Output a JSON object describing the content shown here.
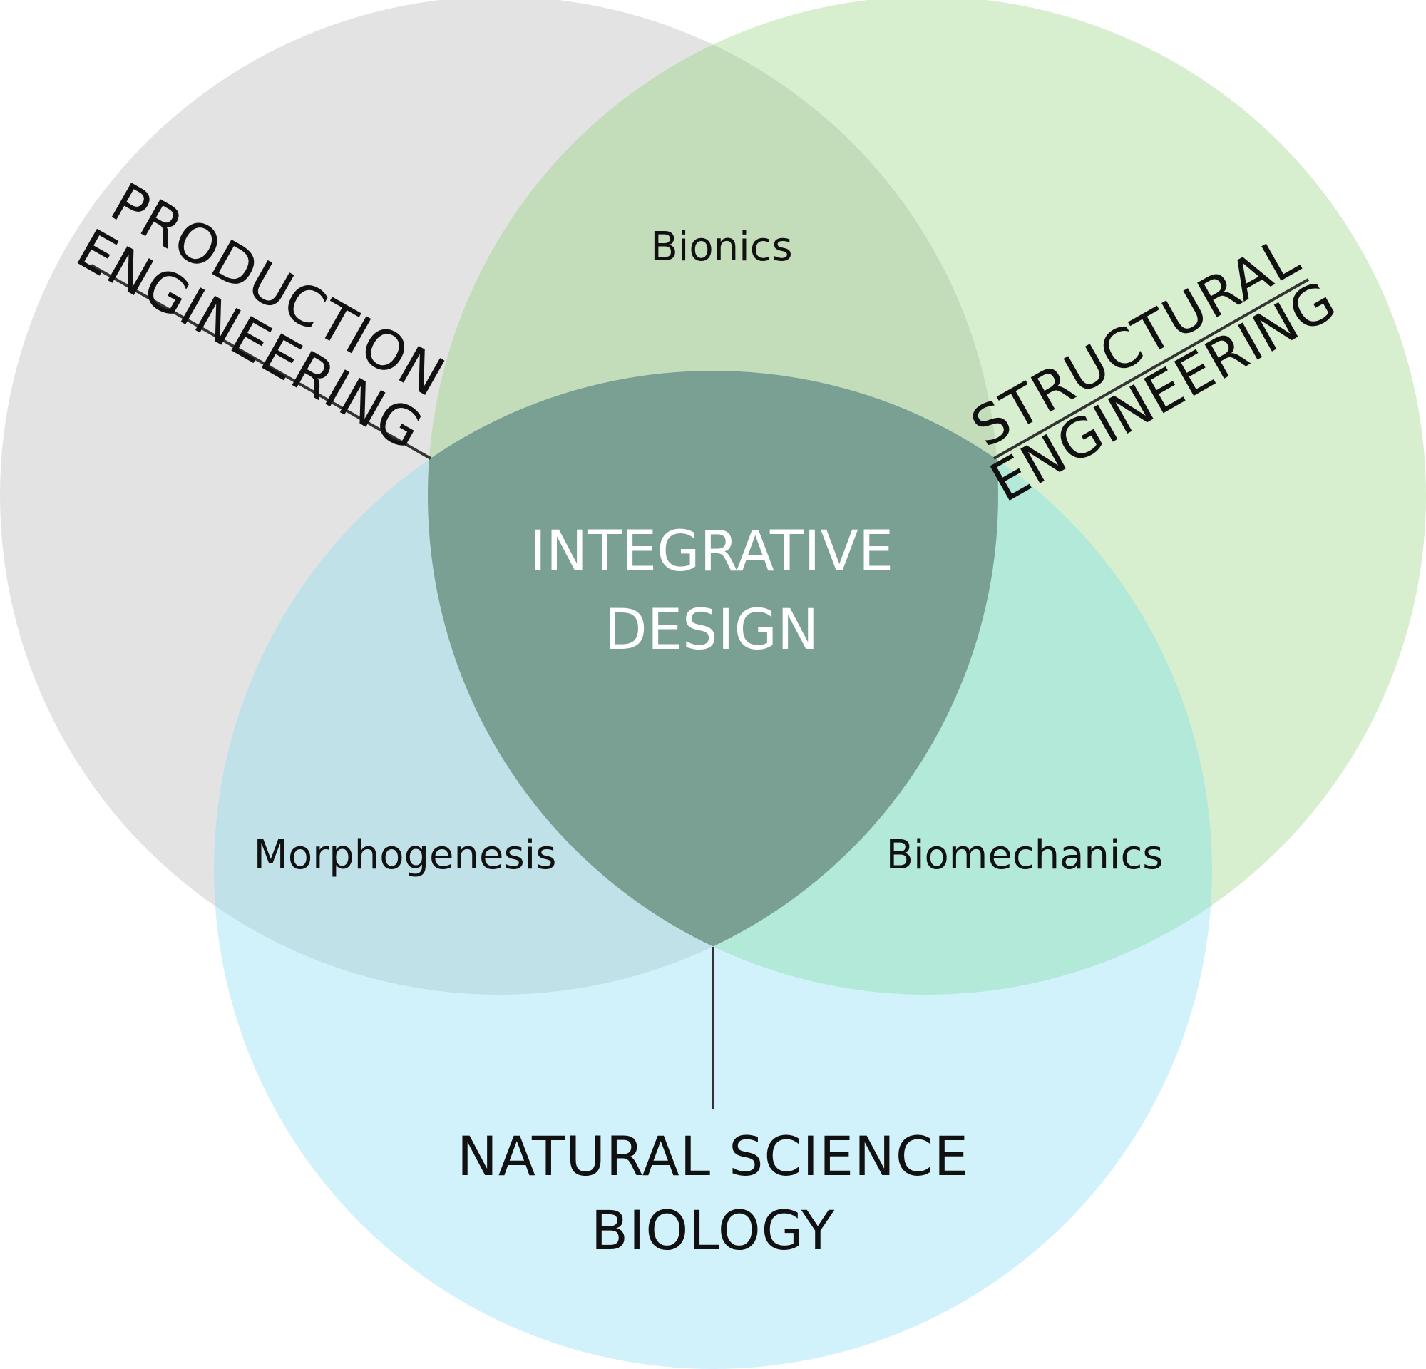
{
  "diagram": {
    "sets": {
      "production": {
        "line1": "PRODUCTION",
        "line2": "ENGINEERING"
      },
      "structural": {
        "line1": "STRUCTURAL",
        "line2": "ENGINEERING"
      },
      "natural": {
        "line1": "NATURAL SCIENCE",
        "line2": "BIOLOGY"
      }
    },
    "overlaps": {
      "top": "Bionics",
      "left": "Morphogenesis",
      "right": "Biomechanics",
      "center_line1": "INTEGRATIVE",
      "center_line2": "DESIGN"
    },
    "colors": {
      "production": "#e3e3e3",
      "structural": "#d7efcf",
      "natural": "#d2f2fb",
      "overlap_top": "#c3dcba",
      "overlap_left": "#c0e1e8",
      "overlap_right": "#b3e9d9",
      "overlap_center": "#7a9f93"
    }
  }
}
